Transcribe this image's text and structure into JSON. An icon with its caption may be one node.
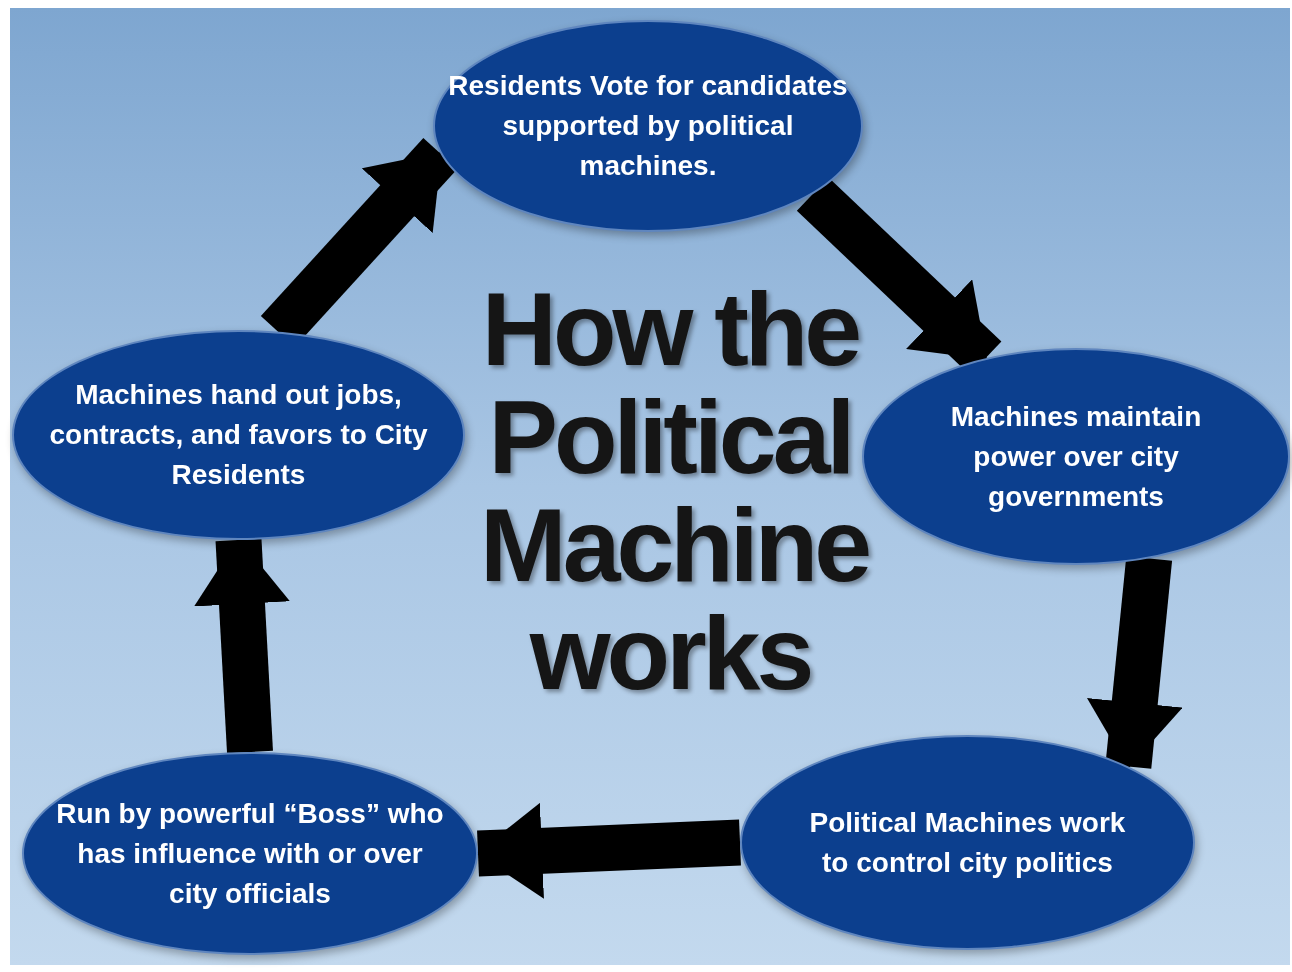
{
  "diagram": {
    "title": "How the Political Machine works",
    "nodes": [
      {
        "text": [
          "Residents Vote for candidates supported by political machines."
        ]
      },
      {
        "text": [
          "Machines maintain power over city governments"
        ]
      },
      {
        "text": [
          "Political Machines work to control city politics"
        ]
      },
      {
        "text": [
          "Run by powerful “Boss” who has influence with or over city officials"
        ]
      },
      {
        "text": [
          "Machines hand out jobs, contracts, and favors to City Residents"
        ]
      }
    ],
    "edges": [
      {
        "from": 0,
        "to": 1,
        "arrow": "to"
      },
      {
        "from": 1,
        "to": 2,
        "arrow": "to"
      },
      {
        "from": 2,
        "to": 3,
        "arrow": "to"
      },
      {
        "from": 3,
        "to": 4,
        "arrow": "to"
      },
      {
        "from": 4,
        "to": 0,
        "arrow": "to"
      }
    ]
  }
}
